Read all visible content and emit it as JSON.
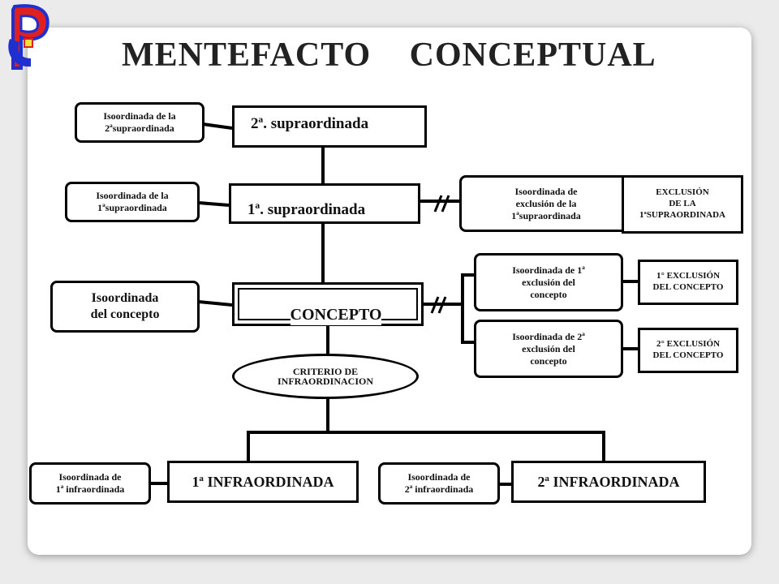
{
  "title": {
    "word1": "MENTEFACTO",
    "word2": "CONCEPTUAL"
  },
  "logo": {
    "icon": "letters-logo-icon",
    "colors": {
      "red": "#e0201e",
      "blue": "#1f2fd0"
    }
  },
  "nodes": {
    "supra2": "2ª. supraordinada",
    "supra1": "1ª. supraordinada",
    "concept": "CONCEPTO",
    "infra1": "1ª INFRAORDINADA",
    "infra2": "2ª INFRAORDINADA",
    "criterion_line1": "CRITERIO DE",
    "criterion_line2": "INFRAORDINACION"
  },
  "isoordinates": {
    "supra2": "Isoordinada  de la\n2ªsupraordinada",
    "supra1": "Isoordinada  de la\n1ªsupraordinada",
    "concept": "Isoordinada\ndel concepto",
    "infra1": "Isoordinada  de\n1ª infraordinada",
    "infra2": "Isoordinada  de\n2ª infraordinada",
    "supra1_exclusion": "Isoordinada de\nexclusión de la\n1ªsupraordinada",
    "exclusion1": "Isoordinada de 1ª\nexclusión del\nconcepto",
    "exclusion2": "Isoordinada de 2ª\nexclusión del\nconcepto"
  },
  "exclusions": {
    "supra1": "EXCLUSIÓN\nDE LA\n1ªSUPRAORDINADA",
    "concept1": "1° EXCLUSIÓN\nDEL CONCEPTO",
    "concept2": "2° EXCLUSIÓN\nDEL CONCEPTO"
  }
}
